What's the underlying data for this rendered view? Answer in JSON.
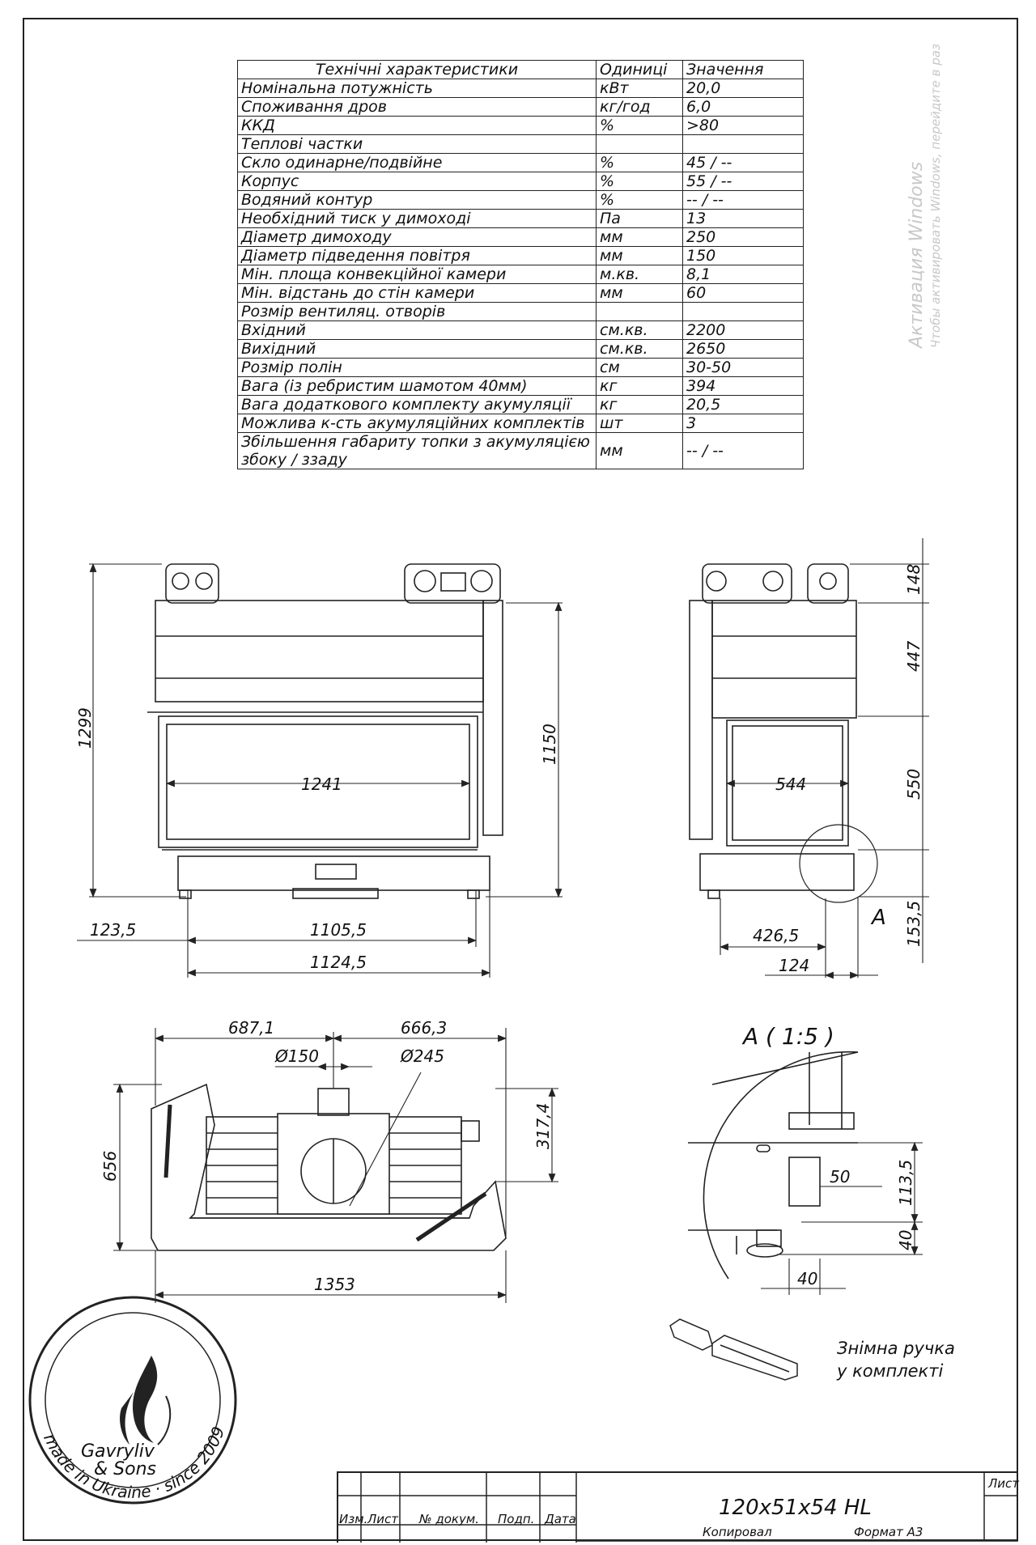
{
  "table": {
    "headers": [
      "Технічні характеристики",
      "Одиниці",
      "Значення"
    ],
    "rows": [
      [
        "Номінальна потужність",
        "кВт",
        "20,0"
      ],
      [
        "Споживання дров",
        "кг/год",
        "6,0"
      ],
      [
        "ККД",
        "%",
        ">80"
      ],
      [
        "Теплові частки",
        "",
        ""
      ],
      [
        "Скло одинарне/подвійне",
        "%",
        "45 / --"
      ],
      [
        "Корпус",
        "%",
        "55 / --"
      ],
      [
        "Водяний контур",
        "%",
        "-- / --"
      ],
      [
        "Необхідний тиск у димоході",
        "Па",
        "13"
      ],
      [
        "Діаметр димоходу",
        "мм",
        "250"
      ],
      [
        "Діаметр підведення повітря",
        "мм",
        "150"
      ],
      [
        "Мін. площа конвекційної камери",
        "м.кв.",
        "8,1"
      ],
      [
        "Мін. відстань до стін камери",
        "мм",
        "60"
      ],
      [
        "Розмір вентиляц. отворів",
        "",
        ""
      ],
      [
        "Вхідний",
        "см.кв.",
        "2200"
      ],
      [
        "Вихідний",
        "см.кв.",
        "2650"
      ],
      [
        "Розмір полін",
        "см",
        "30-50"
      ],
      [
        "Вага (із ребристим шамотом 40мм)",
        "кг",
        "394"
      ],
      [
        "Вага додаткового комплекту акумуляції",
        "кг",
        "20,5"
      ],
      [
        "Можлива к-сть акумуляційних комплектів",
        "шт",
        "3"
      ],
      [
        "Збільшення габариту топки з акумуляцією збоку / ззаду",
        "мм",
        "-- / --"
      ]
    ]
  },
  "front_view": {
    "height_total": "1299",
    "height_body": "1150",
    "glass_width": "1241",
    "left_offset": "123,5",
    "legs_span": "1105,5",
    "width_total": "1124,5"
  },
  "side_view": {
    "dims": [
      "148",
      "447",
      "550",
      "153,5"
    ],
    "glass_width": "544",
    "depth": "426,5",
    "offset": "124",
    "detail_marker": "A"
  },
  "top_view": {
    "left_part": "687,1",
    "right_part": "666,3",
    "air_diameter": "Ø150",
    "flue_diameter": "Ø245",
    "depth": "656",
    "offset": "317,4",
    "width": "1353"
  },
  "detail": {
    "title": "A ( 1:5 )",
    "dims": [
      "50",
      "113,5",
      "40",
      "40"
    ]
  },
  "handle_note": [
    "Знімна ручка",
    "у комплекті"
  ],
  "logo": {
    "brand_line1": "Gavryliv",
    "brand_line2": "& Sons",
    "ring_text": "made in Ukraine · since 2009"
  },
  "watermark": {
    "line1": "Активация Windows",
    "line2": "Чтобы активировать Windows, перейдите в раз"
  },
  "title_block": {
    "headers": [
      "Изм.",
      "Лист",
      "№ докум.",
      "Подп.",
      "Дата"
    ],
    "title": "120x51x54 HL",
    "sheet_label": "Лист",
    "copied": "Копировал",
    "format": "Формат А3"
  }
}
